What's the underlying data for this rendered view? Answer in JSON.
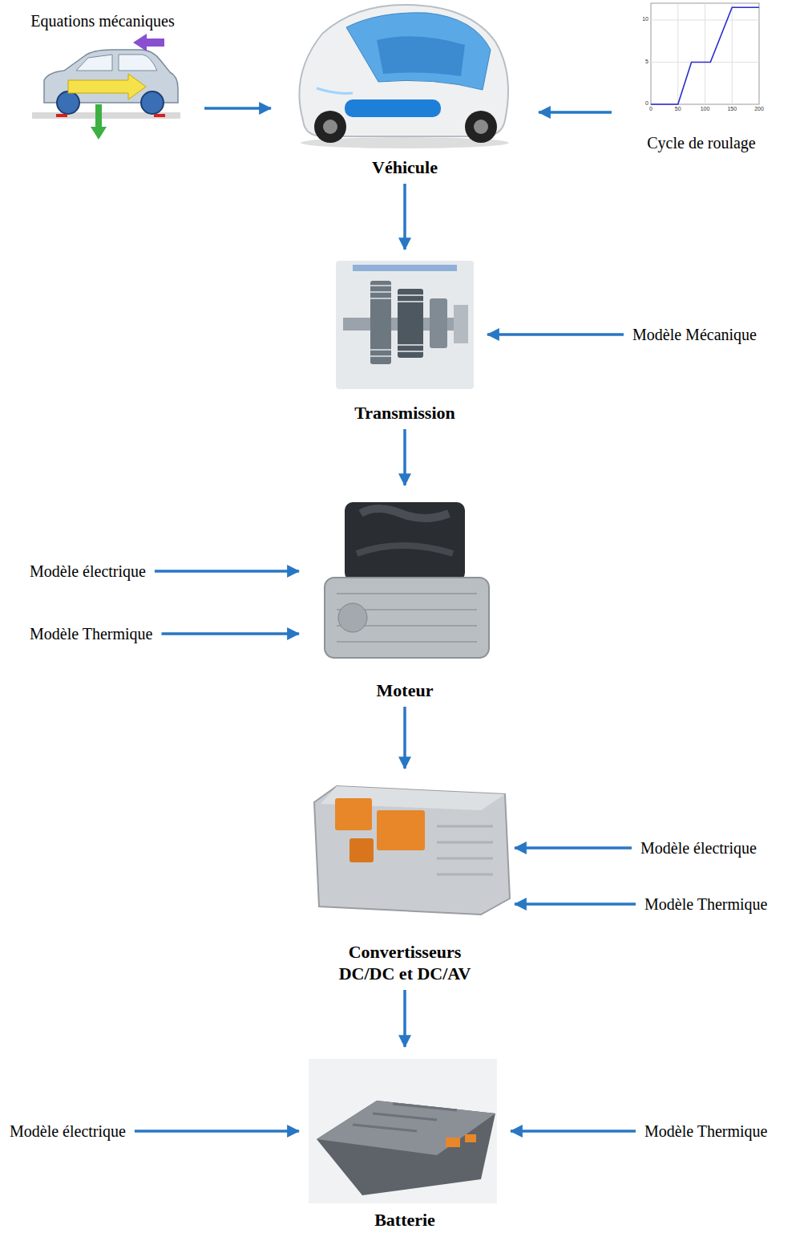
{
  "diagram": {
    "nodes": [
      {
        "text": [
          "Equations mécaniques"
        ]
      },
      {
        "text": [
          "Véhicule"
        ]
      },
      {
        "text": [
          "Cycle de roulage"
        ]
      },
      {
        "text": [
          "Transmission"
        ]
      },
      {
        "text": [
          "Modèle Mécanique"
        ]
      },
      {
        "text": [
          "Modèle électrique"
        ]
      },
      {
        "text": [
          "Modèle Thermique"
        ]
      },
      {
        "text": [
          "Moteur"
        ]
      },
      {
        "text": [
          "Convertisseurs DC/DC et DC/AV"
        ]
      },
      {
        "text": [
          "Modèle électrique"
        ]
      },
      {
        "text": [
          "Modèle Thermique"
        ]
      },
      {
        "text": [
          "Batterie"
        ]
      },
      {
        "text": [
          "Modèle électrique"
        ]
      },
      {
        "text": [
          "Modèle Thermique"
        ]
      }
    ],
    "edges": [
      {
        "from": 0,
        "to": 1,
        "arrow": "to"
      },
      {
        "from": 2,
        "to": 1,
        "arrow": "to"
      },
      {
        "from": 1,
        "to": 3,
        "arrow": "to"
      },
      {
        "from": 4,
        "to": 3,
        "arrow": "to"
      },
      {
        "from": 3,
        "to": 7,
        "arrow": "to"
      },
      {
        "from": 5,
        "to": 7,
        "arrow": "to"
      },
      {
        "from": 6,
        "to": 7,
        "arrow": "to"
      },
      {
        "from": 7,
        "to": 8,
        "arrow": "to"
      },
      {
        "from": 9,
        "to": 8,
        "arrow": "to"
      },
      {
        "from": 10,
        "to": 8,
        "arrow": "to"
      },
      {
        "from": 8,
        "to": 11,
        "arrow": "to"
      },
      {
        "from": 12,
        "to": 11,
        "arrow": "to"
      },
      {
        "from": 13,
        "to": 11,
        "arrow": "to"
      }
    ],
    "labels": [
      "0",
      "50",
      "100",
      "150",
      "200",
      "0",
      "5",
      "10"
    ]
  }
}
